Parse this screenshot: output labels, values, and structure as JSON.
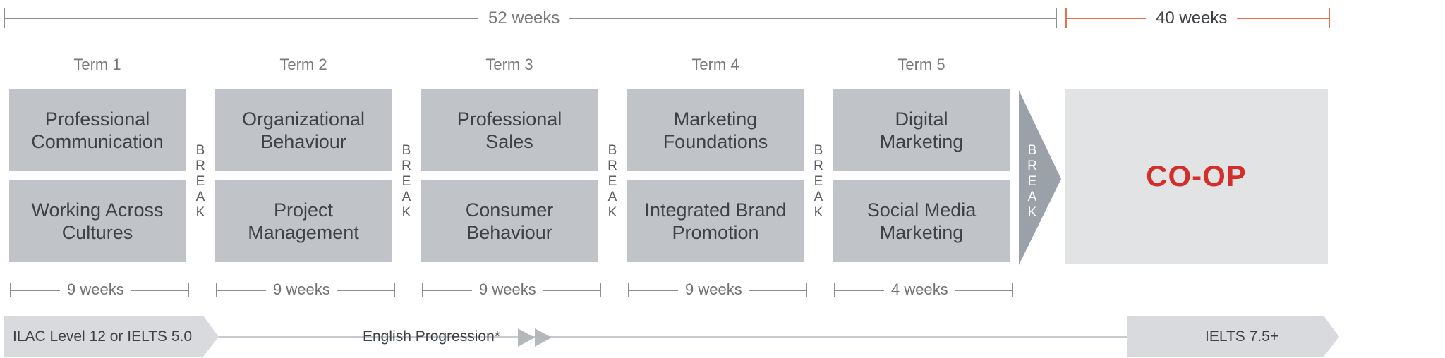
{
  "top_spans": {
    "program_label": "52 weeks",
    "coop_label": "40 weeks"
  },
  "colors": {
    "program_line": "#8a8f94",
    "coop_line": "#e8704f",
    "course_box": "#c0c4c8",
    "coop_box": "#e1e3e5",
    "coop_text": "#d42e2a",
    "break_arrow": "#9ba1a8",
    "progression_band": "#d8dadd"
  },
  "terms": [
    {
      "title": "Term 1",
      "courses": [
        "Professional\nCommunication",
        "Working Across\nCultures"
      ],
      "weeks": "9 weeks"
    },
    {
      "title": "Term 2",
      "courses": [
        "Organizational\nBehaviour",
        "Project\nManagement"
      ],
      "weeks": "9 weeks"
    },
    {
      "title": "Term 3",
      "courses": [
        "Professional\nSales",
        "Consumer\nBehaviour"
      ],
      "weeks": "9 weeks"
    },
    {
      "title": "Term 4",
      "courses": [
        "Marketing\nFoundations",
        "Integrated Brand\nPromotion"
      ],
      "weeks": "9 weeks"
    },
    {
      "title": "Term 5",
      "courses": [
        "Digital\nMarketing",
        "Social Media\nMarketing"
      ],
      "weeks": "4 weeks"
    }
  ],
  "break_letters": [
    "B",
    "R",
    "E",
    "A",
    "K"
  ],
  "coop": {
    "label": "CO-OP"
  },
  "english": {
    "start_label": "ILAC Level 12 or IELTS 5.0",
    "middle_label": "English Progression*",
    "end_label": "IELTS 7.5+",
    "arrow_icon": "double-play-icon"
  }
}
